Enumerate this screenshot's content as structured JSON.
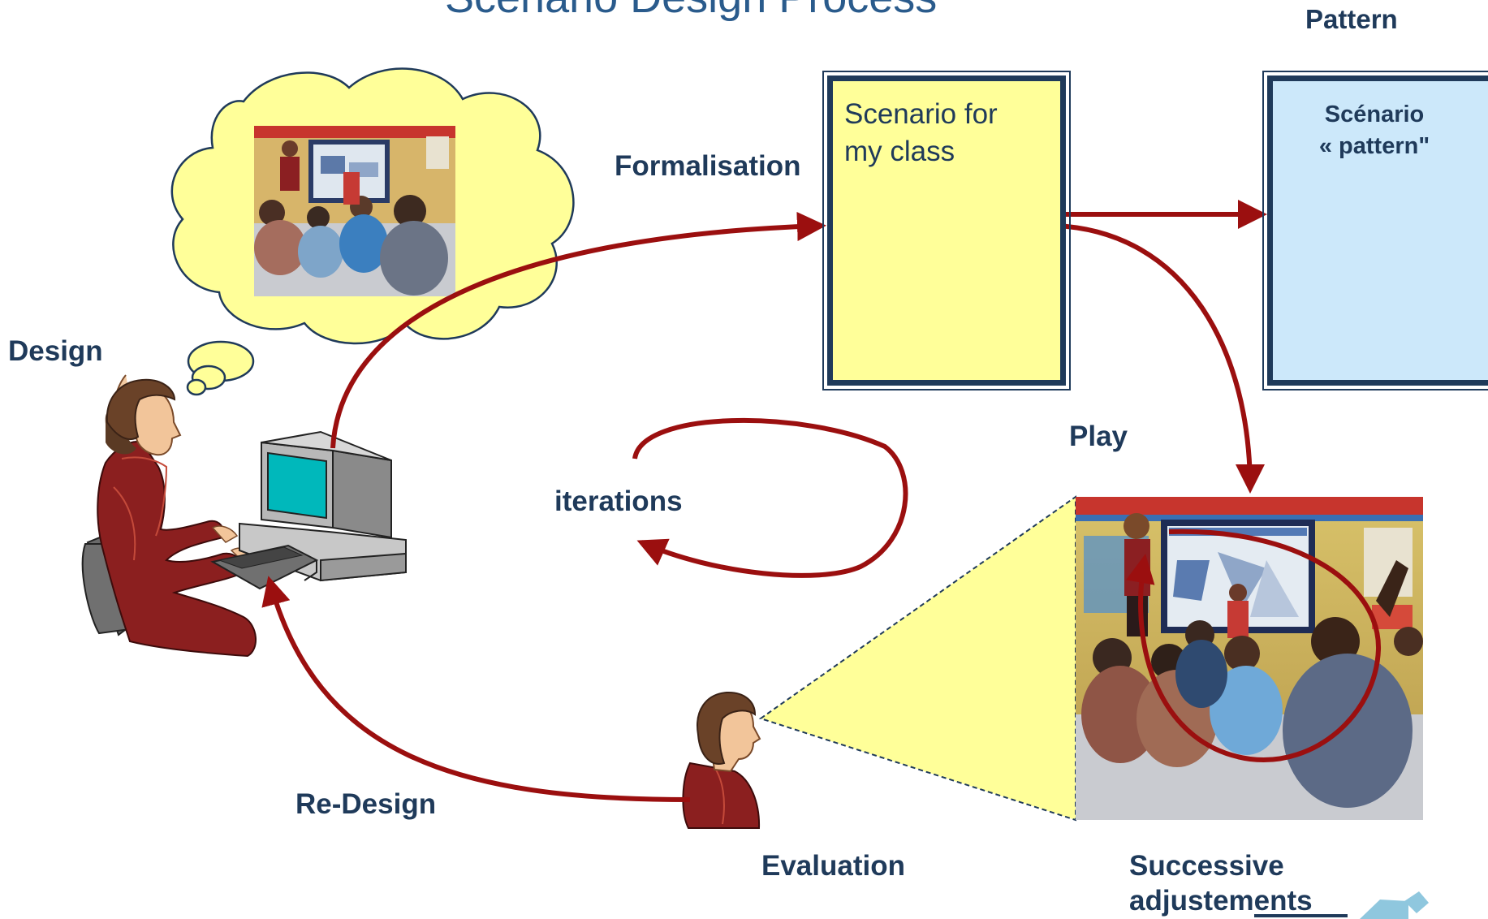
{
  "title": "Scenario Design Process",
  "labels": {
    "pattern": "Pattern",
    "formalisation": "Formalisation",
    "design": "Design",
    "play": "Play",
    "iterations": "iterations",
    "redesign": "Re-Design",
    "evaluation": "Evaluation",
    "successive": "Successive",
    "adjustements": "adjustements"
  },
  "boxes": {
    "class_scenario": "Scenario  for\nmy class",
    "pattern_scenario": "Scénario\n« pattern\""
  },
  "colors": {
    "arrow": "#9b0f0f",
    "label_text": "#1f3a5a",
    "cloud": "#ffff99",
    "scenario_box": "#ffff99",
    "pattern_box": "#cce8fa"
  }
}
